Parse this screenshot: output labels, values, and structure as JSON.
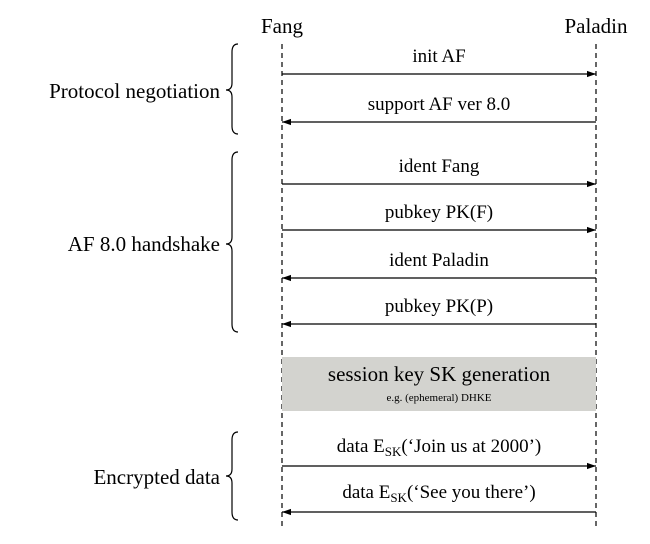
{
  "parties": {
    "left": "Fang",
    "right": "Paladin"
  },
  "phases": [
    {
      "label": "Protocol negotiation",
      "messages": [
        {
          "direction": "right",
          "text": "init AF"
        },
        {
          "direction": "left",
          "text": "support AF ver 8.0"
        }
      ]
    },
    {
      "label": "AF 8.0 handshake",
      "messages": [
        {
          "direction": "right",
          "text": "ident Fang"
        },
        {
          "direction": "right",
          "text": "pubkey PK(F)"
        },
        {
          "direction": "left",
          "text": "ident Paladin"
        },
        {
          "direction": "left",
          "text": "pubkey PK(P)"
        }
      ]
    },
    {
      "label": "Encrypted data",
      "messages": [
        {
          "direction": "right",
          "text_prefix": "data E",
          "subscript": "SK",
          "text_suffix": "(‘Join us at 2000’)"
        },
        {
          "direction": "left",
          "text_prefix": "data E",
          "subscript": "SK",
          "text_suffix": "(‘See you there’)"
        }
      ]
    }
  ],
  "session_box": {
    "title": "session key SK generation",
    "subtitle": "e.g. (ephemeral) DHKE",
    "fill": "#d3d3cf"
  }
}
